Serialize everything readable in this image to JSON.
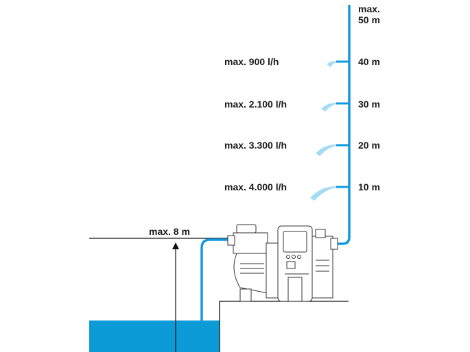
{
  "colors": {
    "water": "#0d9bd8",
    "pipe": "#1199dd",
    "line": "#111111"
  },
  "head_top": {
    "line1": "max.",
    "line2": "50 m"
  },
  "levels": [
    {
      "height": "40 m",
      "flow": "max. 900 l/h"
    },
    {
      "height": "30 m",
      "flow": "max. 2.100 l/h"
    },
    {
      "height": "20 m",
      "flow": "max. 3.300 l/h"
    },
    {
      "height": "10 m",
      "flow": "max. 4.000 l/h"
    }
  ],
  "suction": {
    "label": "max. 8 m"
  }
}
